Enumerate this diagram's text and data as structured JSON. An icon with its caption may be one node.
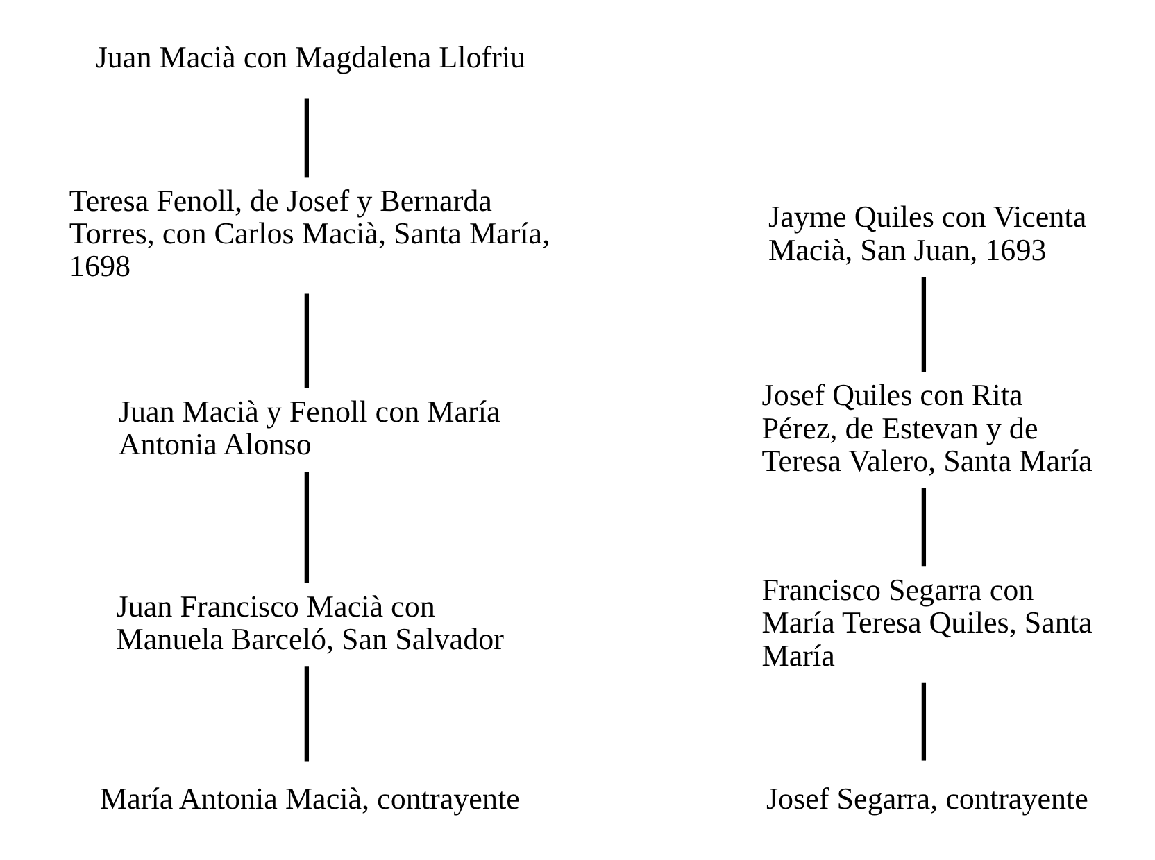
{
  "diagram": {
    "nodes": [
      {
        "text": [
          "Juan Macià con Magdalena Llofriu"
        ]
      },
      {
        "text": [
          "Jayme Quiles con Vicenta Macià, San Juan, 1693"
        ]
      },
      {
        "text": [
          "Teresa Fenoll, de Josef y Bernarda Torres, con Carlos Macià, Santa María, 1698"
        ]
      },
      {
        "text": [
          "Josef Quiles con Rita Pérez, de Estevan y de Teresa Valero, Santa María"
        ]
      },
      {
        "text": [
          "Juan Macià y Fenoll con María Antonia Alonso"
        ]
      },
      {
        "text": [
          "Francisco Segarra con María Teresa Quiles, Santa María"
        ]
      },
      {
        "text": [
          "Juan Francisco Macià con Manuela Barceló, San Salvador"
        ]
      },
      {
        "text": [
          "Josef Segarra, contrayente"
        ]
      },
      {
        "text": [
          "María Antonia Macià, contrayente"
        ]
      }
    ],
    "edges": [
      {
        "from": 1,
        "to": 3,
        "arrow": "none"
      },
      {
        "from": 3,
        "to": 5,
        "arrow": "none"
      },
      {
        "from": 5,
        "to": 7,
        "arrow": "none"
      },
      {
        "from": 0,
        "to": 2,
        "arrow": "none"
      },
      {
        "from": 2,
        "to": 4,
        "arrow": "none"
      },
      {
        "from": 4,
        "to": 6,
        "arrow": "none"
      },
      {
        "from": 6,
        "to": 8,
        "arrow": "none"
      }
    ]
  }
}
